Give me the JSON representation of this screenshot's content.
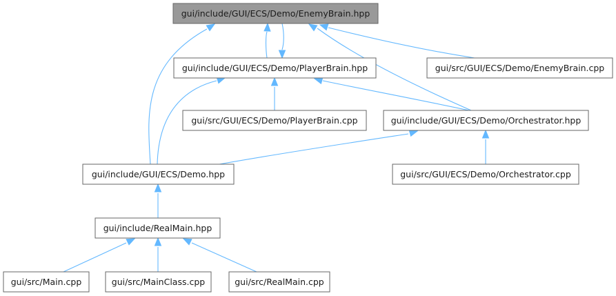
{
  "colors": {
    "edge": "#63b8ff",
    "node_border": "#666666",
    "root_fill": "#999999",
    "node_fill": "#ffffff"
  },
  "nodes": [
    {
      "id": "enemybrain_hpp",
      "label": "gui/include/GUI/ECS/Demo/EnemyBrain.hpp",
      "root": true
    },
    {
      "id": "playerbrain_hpp",
      "label": "gui/include/GUI/ECS/Demo/PlayerBrain.hpp"
    },
    {
      "id": "enemybrain_cpp",
      "label": "gui/src/GUI/ECS/Demo/EnemyBrain.cpp"
    },
    {
      "id": "playerbrain_cpp",
      "label": "gui/src/GUI/ECS/Demo/PlayerBrain.cpp"
    },
    {
      "id": "orchestrator_hpp",
      "label": "gui/include/GUI/ECS/Demo/Orchestrator.hpp"
    },
    {
      "id": "demo_hpp",
      "label": "gui/include/GUI/ECS/Demo.hpp"
    },
    {
      "id": "orchestrator_cpp",
      "label": "gui/src/GUI/ECS/Demo/Orchestrator.cpp"
    },
    {
      "id": "realmain_hpp",
      "label": "gui/include/RealMain.hpp"
    },
    {
      "id": "main_cpp",
      "label": "gui/src/Main.cpp"
    },
    {
      "id": "mainclass_cpp",
      "label": "gui/src/MainClass.cpp"
    },
    {
      "id": "realmain_cpp",
      "label": "gui/src/RealMain.cpp"
    }
  ],
  "edges": [
    {
      "from": "playerbrain_hpp",
      "to": "enemybrain_hpp"
    },
    {
      "from": "enemybrain_hpp",
      "to": "playerbrain_hpp"
    },
    {
      "from": "demo_hpp",
      "to": "enemybrain_hpp"
    },
    {
      "from": "orchestrator_hpp",
      "to": "enemybrain_hpp"
    },
    {
      "from": "enemybrain_cpp",
      "to": "enemybrain_hpp"
    },
    {
      "from": "demo_hpp",
      "to": "playerbrain_hpp"
    },
    {
      "from": "playerbrain_cpp",
      "to": "playerbrain_hpp"
    },
    {
      "from": "orchestrator_hpp",
      "to": "playerbrain_hpp"
    },
    {
      "from": "demo_hpp",
      "to": "orchestrator_hpp"
    },
    {
      "from": "orchestrator_cpp",
      "to": "orchestrator_hpp"
    },
    {
      "from": "realmain_hpp",
      "to": "demo_hpp"
    },
    {
      "from": "main_cpp",
      "to": "realmain_hpp"
    },
    {
      "from": "mainclass_cpp",
      "to": "realmain_hpp"
    },
    {
      "from": "realmain_cpp",
      "to": "realmain_hpp"
    }
  ]
}
